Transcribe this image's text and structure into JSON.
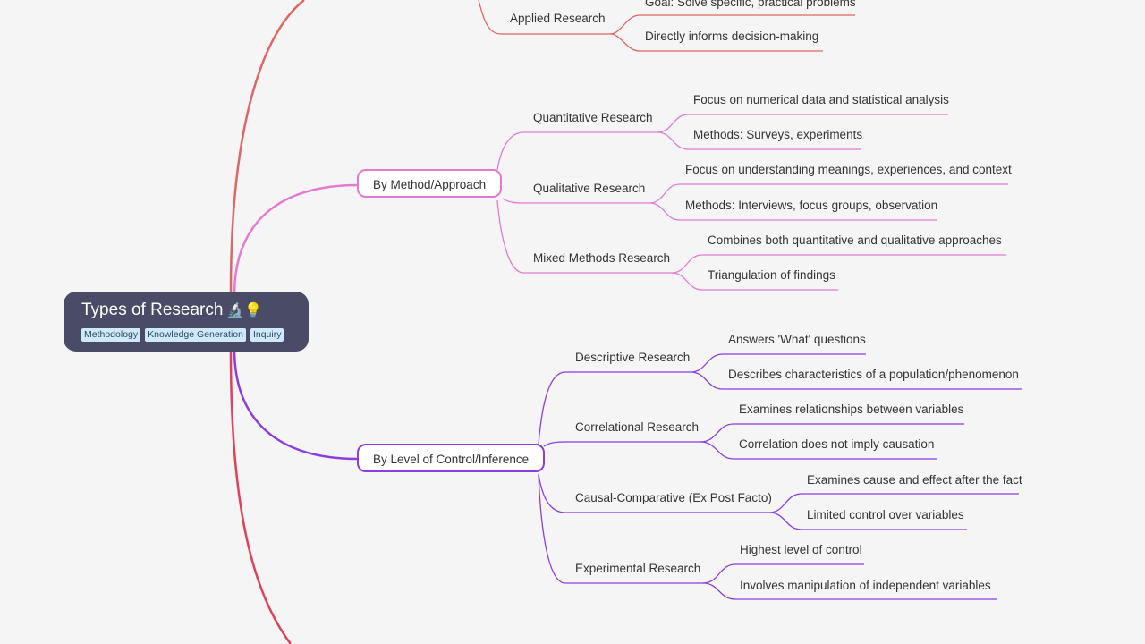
{
  "root": {
    "title": "Types of Research",
    "emoji": "🔬💡",
    "tags": [
      "Methodology",
      "Knowledge Generation",
      "Inquiry"
    ]
  },
  "colors": {
    "branch_top": "#e06666",
    "branch_method": "#e37ad0",
    "branch_control": "#8a3ee0",
    "branch_bottom": "#e0405a",
    "root_bg": "#4a4b67",
    "tag_bg": "#cfe9f9"
  },
  "applied": {
    "label": "Applied Research",
    "children": [
      "Goal: Solve specific, practical problems",
      "Directly informs decision-making"
    ]
  },
  "method": {
    "label": "By Method/Approach",
    "topics": [
      {
        "label": "Quantitative Research",
        "children": [
          "Focus on numerical data and statistical analysis",
          "Methods: Surveys, experiments"
        ]
      },
      {
        "label": "Qualitative Research",
        "children": [
          "Focus on understanding meanings, experiences, and context",
          "Methods: Interviews, focus groups, observation"
        ]
      },
      {
        "label": "Mixed Methods Research",
        "children": [
          "Combines both quantitative and qualitative approaches",
          "Triangulation of findings"
        ]
      }
    ]
  },
  "control": {
    "label": "By Level of Control/Inference",
    "topics": [
      {
        "label": "Descriptive Research",
        "children": [
          "Answers 'What' questions",
          "Describes characteristics of a population/phenomenon"
        ]
      },
      {
        "label": "Correlational Research",
        "children": [
          "Examines relationships between variables",
          "Correlation does not imply causation"
        ]
      },
      {
        "label": "Causal-Comparative (Ex Post Facto)",
        "children": [
          "Examines cause and effect after the fact",
          "Limited control over variables"
        ]
      },
      {
        "label": "Experimental Research",
        "children": [
          "Highest level of control",
          "Involves manipulation of independent variables"
        ]
      }
    ]
  }
}
